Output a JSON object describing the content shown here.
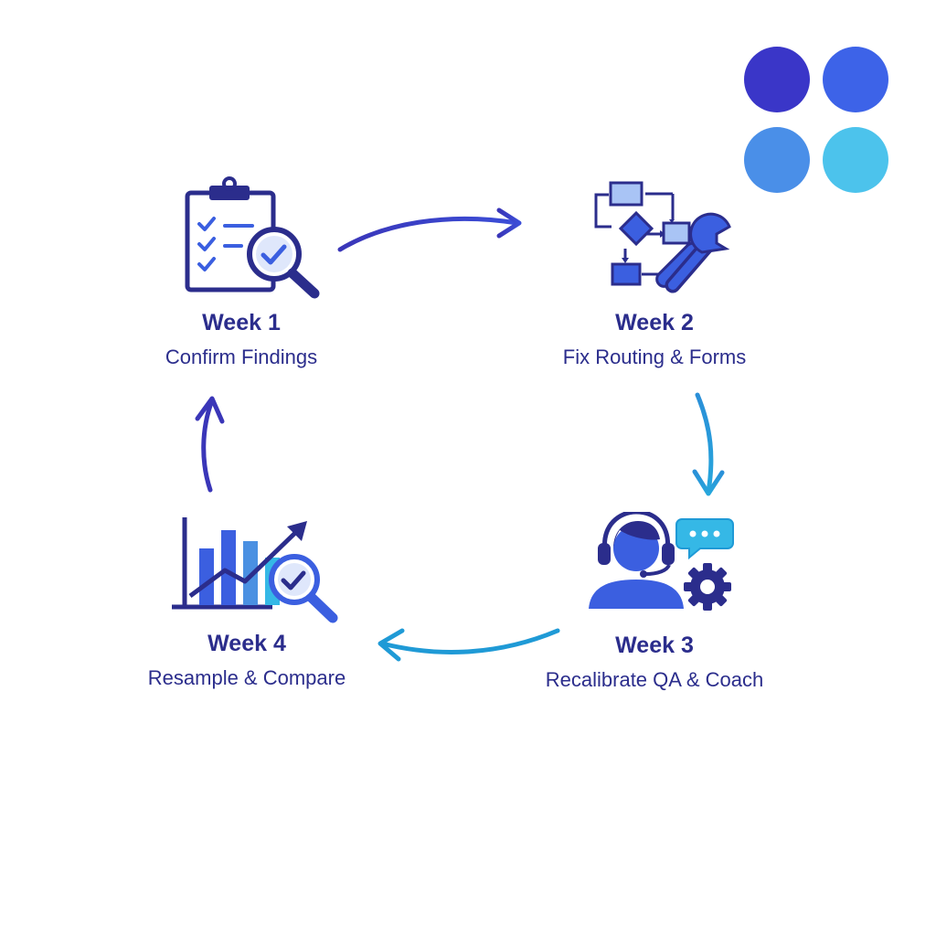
{
  "colors": {
    "navy": "#2b2d8c",
    "indigo": "#3a36b8",
    "blue": "#3b5fe0",
    "sky": "#4a90e2",
    "cyan": "#35b8e6",
    "teal": "#1f9ad6",
    "light_blue": "#a9c4f5"
  },
  "palette": [
    "#3a36c8",
    "#3d63e8",
    "#4a8fe8",
    "#4cc3ec"
  ],
  "steps": [
    {
      "week": "Week 1",
      "label": "Confirm Findings",
      "icon": "clipboard-check-magnifier-icon"
    },
    {
      "week": "Week 2",
      "label": "Fix Routing & Forms",
      "icon": "flowchart-wrench-icon"
    },
    {
      "week": "Week 3",
      "label": "Recalibrate QA & Coach",
      "icon": "agent-headset-chat-gear-icon"
    },
    {
      "week": "Week 4",
      "label": "Resample & Compare",
      "icon": "chart-magnifier-icon"
    }
  ]
}
